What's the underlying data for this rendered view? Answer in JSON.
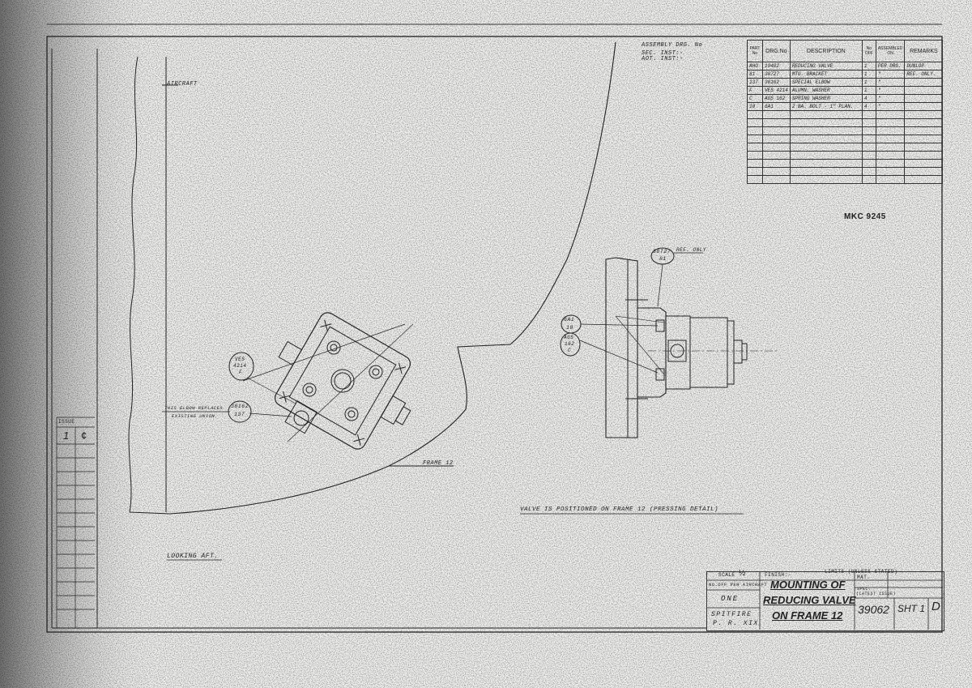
{
  "header": {
    "assembly_drg_label": "ASSEMBLY DRG. No",
    "sec_inst_label": "SEC. INST:-",
    "aot_inst_label": "AOT. INST:-",
    "aircraft_label": "AIRCRAFT",
    "mkc_ref": "MKC 9245"
  },
  "parts_list": {
    "headers": {
      "part_no": "PART No",
      "drg_no": "DRG.No",
      "description": "DESCRIPTION",
      "no_off": "No OFF",
      "assembled_on": "ASSEMBLED ON",
      "remarks": "REMARKS"
    },
    "rows": [
      {
        "part": "AHO",
        "drg": "19402",
        "desc": "REDUCING VALVE",
        "off": "1",
        "assm": "PER DRG.",
        "rem": "DUNLOP"
      },
      {
        "part": "81",
        "drg": "38727",
        "desc": "MTG. BRACKET",
        "off": "1",
        "assm": "\"",
        "rem": "REF. ONLY."
      },
      {
        "part": "137",
        "drg": "38162",
        "desc": "SPECIAL ELBOW",
        "off": "1",
        "assm": "\"",
        "rem": ""
      },
      {
        "part": "F",
        "drg": "VES 4214",
        "desc": "ALUMN. WASHER",
        "off": "1",
        "assm": "\"",
        "rem": ""
      },
      {
        "part": "C",
        "drg": "AGS 162",
        "desc": "SPRING WASHER",
        "off": "4",
        "assm": "\"",
        "rem": ""
      },
      {
        "part": "10",
        "drg": "6A1",
        "desc": "2 BA. BOLT - 1\" PLAN.",
        "off": "4",
        "assm": "\"",
        "rem": ""
      }
    ]
  },
  "callouts": {
    "veb": [
      "VES",
      "4214",
      "F"
    ],
    "elbow_note_1": "THIS ELBOW REPLACES",
    "elbow_note_2": "EXISTING UNION.",
    "elbow_ref": [
      "38162",
      "137"
    ],
    "bracket_ref": [
      "38727",
      "81"
    ],
    "bracket_note": "REF. ONLY",
    "bolt_ref": [
      "6A1",
      "10"
    ],
    "washer_ref": [
      "AGS",
      "162",
      "C"
    ],
    "frame_label": "FRAME 12",
    "valve_note": "VALVE IS POSITIONED ON FRAME 12 (PRESSING DETAIL)",
    "looking_aft": "LOOKING AFT."
  },
  "issue_block": {
    "label": "ISSUE",
    "issue_no": "1",
    "mark": "¢"
  },
  "title_block": {
    "scale_label": "SCALE",
    "scale_value": "½",
    "finish_label": "FINISH:-",
    "limits_label": "LIMITS (UNLESS STATED)",
    "no_off_label": "NO.OFF PER AIRCRAFT",
    "no_off_value": "ONE",
    "aircraft_type_1": "SPITFIRE",
    "aircraft_type_2": "P. R. XIX",
    "title_1": "MOUNTING OF",
    "title_2": "REDUCING VALVE",
    "title_3": "ON FRAME 12",
    "mat_label": "MAT.",
    "spec_label": "SPEC.",
    "latest_issue_label": "(LATEST ISSUE)",
    "drawing_no": "39062",
    "sheet": "SHT 1",
    "size": "D"
  },
  "colors": {
    "paper": "#f7f7f5",
    "ink": "#222222"
  }
}
